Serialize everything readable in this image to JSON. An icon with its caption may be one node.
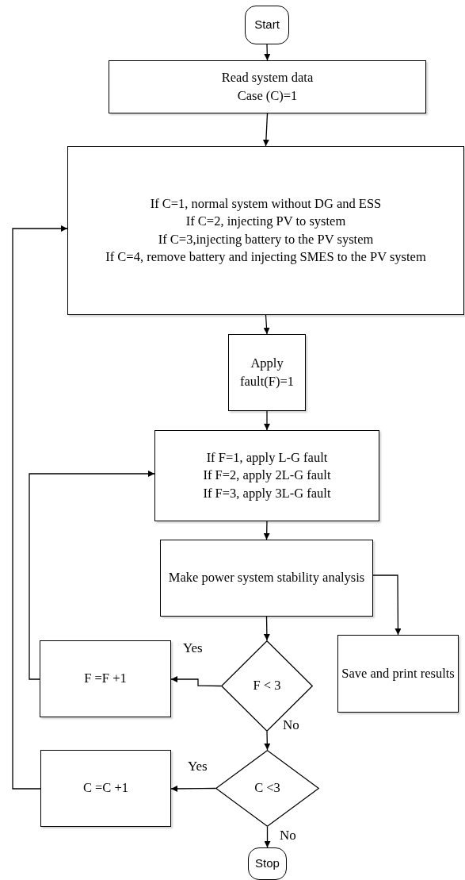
{
  "diagram": {
    "nodes": [
      {
        "text": [
          "Start"
        ]
      },
      {
        "text": [
          "Read system data",
          "Case (C)=1"
        ]
      },
      {
        "text": [
          "If C=1, normal system without DG and ESS",
          "If C=2, injecting PV to system",
          "If C=3,injecting battery to the PV system",
          "If C=4, remove battery and injecting SMES to the PV system"
        ]
      },
      {
        "text": [
          "Apply fault(F)=1"
        ]
      },
      {
        "text": [
          "If F=1, apply L-G fault",
          "If F=2, apply 2L-G fault",
          "If F=3, apply 3L-G fault"
        ]
      },
      {
        "text": [
          "Make power system stability analysis"
        ]
      },
      {
        "text": [
          "Save and print results"
        ]
      },
      {
        "text": [
          "F < 3"
        ]
      },
      {
        "text": [
          "F =F +1"
        ]
      },
      {
        "text": [
          "C <3"
        ]
      },
      {
        "text": [
          "C =C +1"
        ]
      },
      {
        "text": [
          "Stop"
        ]
      }
    ],
    "edges": [
      {
        "from": 0,
        "to": 1,
        "arrow": "to"
      },
      {
        "from": 1,
        "to": 2,
        "arrow": "to"
      },
      {
        "from": 2,
        "to": 3,
        "arrow": "to"
      },
      {
        "from": 3,
        "to": 4,
        "arrow": "to"
      },
      {
        "from": 4,
        "to": 5,
        "arrow": "to"
      },
      {
        "from": 5,
        "to": 6,
        "arrow": "to"
      },
      {
        "from": 5,
        "to": 7,
        "arrow": "to"
      },
      {
        "from": 7,
        "to": 8,
        "arrow": "to",
        "label": "Yes"
      },
      {
        "from": 7,
        "to": 9,
        "arrow": "to",
        "label": "No"
      },
      {
        "from": 9,
        "to": 10,
        "arrow": "to",
        "label": "Yes"
      },
      {
        "from": 9,
        "to": 11,
        "arrow": "to",
        "label": "No"
      },
      {
        "from": 8,
        "to": 4,
        "arrow": "to"
      },
      {
        "from": 10,
        "to": 2,
        "arrow": "to"
      }
    ]
  }
}
